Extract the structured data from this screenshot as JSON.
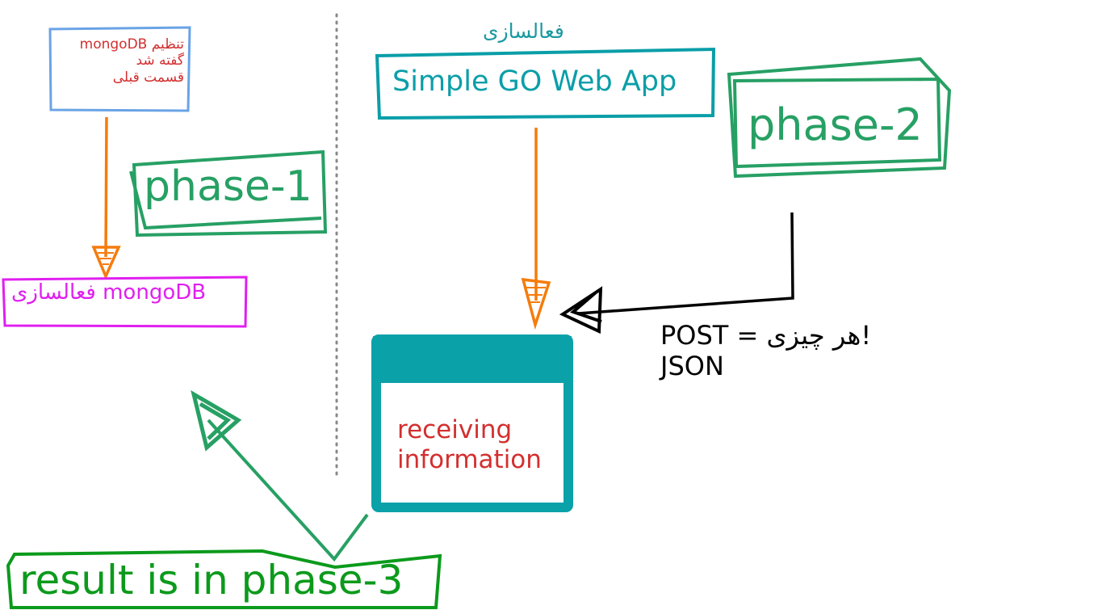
{
  "labels": {
    "prev_note": "تنظیم mongoDB\nگفته شد\nقسمت قبلی",
    "mongo_activate": "فعالسازی mongoDB",
    "phase1": "phase-1",
    "activate_top": "فعالسازی",
    "app_title": "Simple GO Web App",
    "phase2": "phase-2",
    "receiving": "receiving\ninformation",
    "post_json": "POST = هر چیزی!\nJSON",
    "result3": "result is in phase-3"
  },
  "colors": {
    "note_border": "#6aa3e6",
    "note_text": "#d32f2f",
    "orange_arrow": "#f57c0c",
    "magenta": "#e01ff0",
    "green": "#27a064",
    "teal": "#0a9ea8",
    "dark_green": "#0c9a1c",
    "divider": "#888888"
  }
}
